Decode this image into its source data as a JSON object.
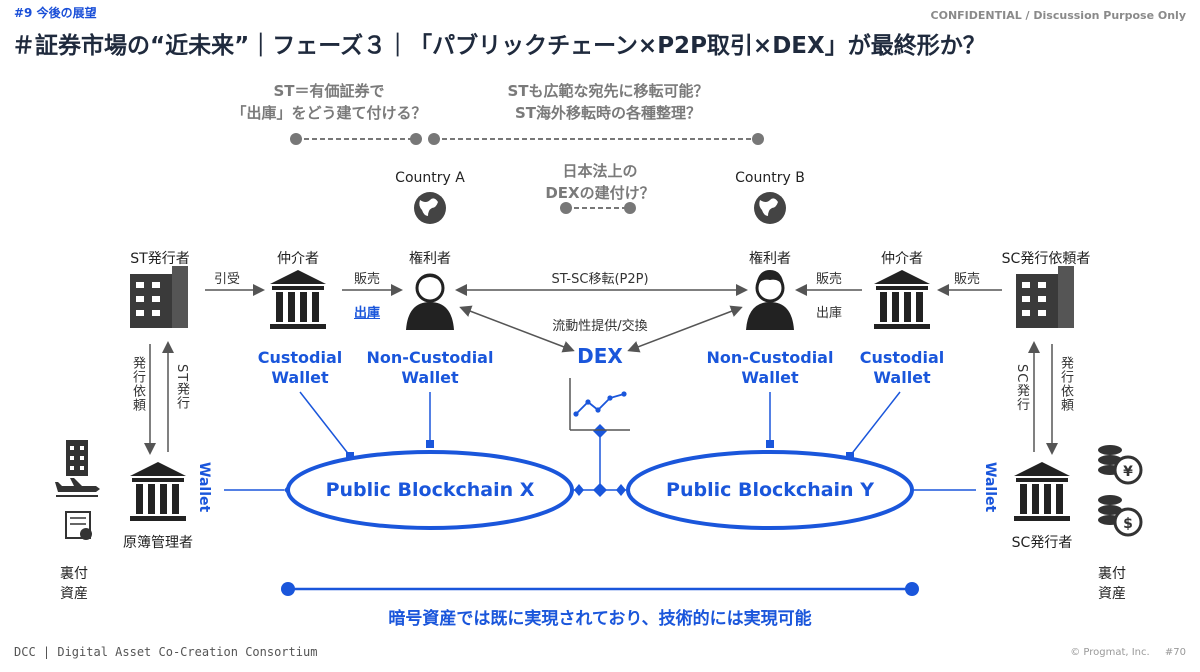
{
  "header": {
    "tag": "#9  今後の展望",
    "confidential": "CONFIDENTIAL / Discussion Purpose Only",
    "title": "＃証券市場の“近未来”｜フェーズ３｜「パブリックチェーン×P2P取引×DEX」が最終形か？"
  },
  "questions": {
    "q1_line1": "ST＝有価証券で",
    "q1_line2": "「出庫」をどう建て付ける？",
    "q2_line1": "STも広範な宛先に移転可能？",
    "q2_line2": "ST海外移転時の各種整理？",
    "q3_line1": "日本法上の",
    "q3_line2": "DEXの建付け？"
  },
  "countries": {
    "a": "Country A",
    "b": "Country B"
  },
  "actors": {
    "st_issuer": "ST発行者",
    "intermediary_left": "仲介者",
    "rights_holder_left": "権利者",
    "rights_holder_right": "権利者",
    "intermediary_right": "仲介者",
    "sc_requester": "SC発行依頼者",
    "registry_manager": "原簿管理者",
    "sc_issuer": "SC発行者"
  },
  "flows": {
    "hikiuke": "引受",
    "hanbai_left": "販売",
    "shukko_left": "出庫",
    "st_sc_transfer": "ST-SC移転(P2P)",
    "liquidity": "流動性提供/交換",
    "hanbai_right_1": "販売",
    "shukko_right": "出庫",
    "hanbai_right_2": "販売",
    "left_request": "発行依頼",
    "left_st_issue": "ST発行",
    "right_sc_issue": "SC発行",
    "right_request": "発行依頼"
  },
  "wallets": {
    "custodial_left_1": "Custodial",
    "custodial_left_2": "Wallet",
    "noncustodial_left_1": "Non-Custodial",
    "noncustodial_left_2": "Wallet",
    "noncustodial_right_1": "Non-Custodial",
    "noncustodial_right_2": "Wallet",
    "custodial_right_1": "Custodial",
    "custodial_right_2": "Wallet",
    "wallet_left": "Wallet",
    "wallet_right": "Wallet"
  },
  "dex": "DEX",
  "chains": {
    "x": "Public Blockchain X",
    "y": "Public Blockchain Y"
  },
  "assets": {
    "left": "裏付\n資産",
    "left_1": "裏付",
    "left_2": "資産",
    "right_1": "裏付",
    "right_2": "資産"
  },
  "bottom_message": "暗号資産では既に実現されており、技術的には実現可能",
  "footer": {
    "org": "DCC | Digital Asset Co-Creation Consortium",
    "copyright": "© Progmat, Inc.",
    "page": "#70"
  },
  "colors": {
    "accent": "#1a56db",
    "grey": "#7a7a7a",
    "dark": "#1f2a3d"
  }
}
